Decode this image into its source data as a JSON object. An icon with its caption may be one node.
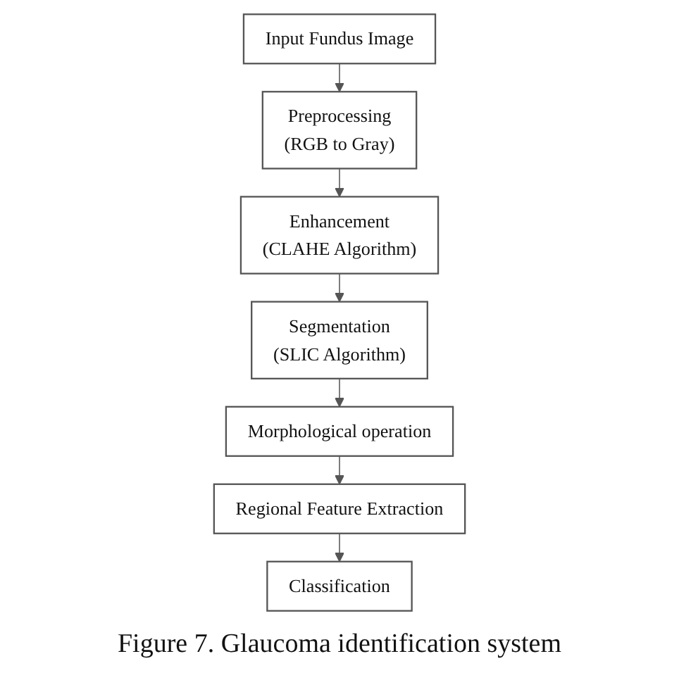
{
  "diagram": {
    "caption": "Figure 7. Glaucoma identification system",
    "nodes": [
      {
        "text": [
          "Input Fundus Image"
        ]
      },
      {
        "text": [
          "Preprocessing",
          "(RGB to Gray)"
        ]
      },
      {
        "text": [
          "Enhancement",
          "(CLAHE Algorithm)"
        ]
      },
      {
        "text": [
          "Segmentation",
          "(SLIC Algorithm)"
        ]
      },
      {
        "text": [
          "Morphological operation"
        ]
      },
      {
        "text": [
          "Regional Feature Extraction"
        ]
      },
      {
        "text": [
          "Classification"
        ]
      }
    ],
    "edges": [
      {
        "from": 0,
        "to": 1,
        "arrow": "to"
      },
      {
        "from": 1,
        "to": 2,
        "arrow": "to"
      },
      {
        "from": 2,
        "to": 3,
        "arrow": "to"
      },
      {
        "from": 3,
        "to": 4,
        "arrow": "to"
      },
      {
        "from": 4,
        "to": 5,
        "arrow": "to"
      },
      {
        "from": 5,
        "to": 6,
        "arrow": "to"
      }
    ]
  }
}
